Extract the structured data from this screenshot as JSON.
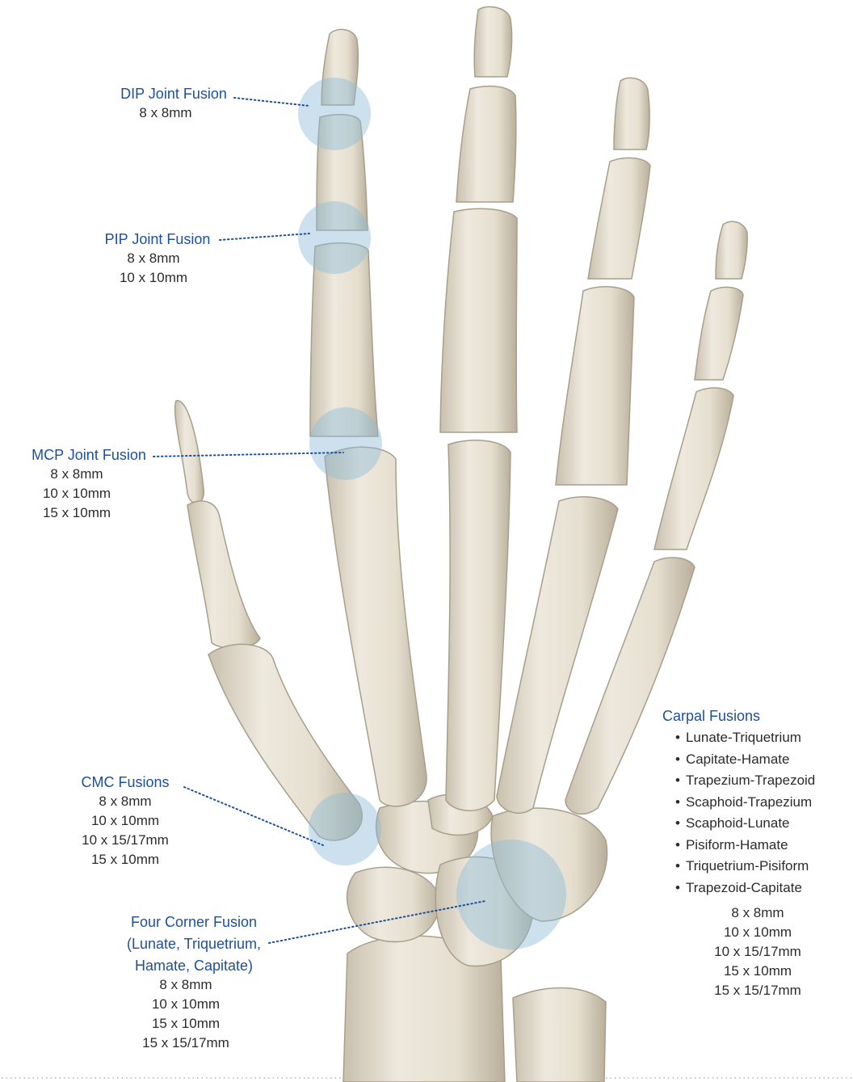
{
  "colors": {
    "label_blue": "#1e4f9c",
    "text": "#2b2b2b",
    "bone": "#e9e3d6",
    "bone_shade": "#c9c0ae",
    "joint_highlight": "#8fbcd8",
    "dots": "#1e4f9c"
  },
  "labels": {
    "dip": {
      "title": "DIP Joint Fusion",
      "sizes": [
        "8 x 8mm"
      ]
    },
    "pip": {
      "title": "PIP Joint Fusion",
      "sizes": [
        "8 x 8mm",
        "10 x 10mm"
      ]
    },
    "mcp": {
      "title": "MCP Joint Fusion",
      "sizes": [
        "8 x 8mm",
        "10 x 10mm",
        "15 x 10mm"
      ]
    },
    "cmc": {
      "title": "CMC Fusions",
      "sizes": [
        "8 x 8mm",
        "10 x 10mm",
        "10 x 15/17mm",
        "15 x 10mm"
      ]
    },
    "four_corner": {
      "title_lines": [
        "Four Corner Fusion",
        "(Lunate, Triquetrium,",
        "Hamate, Capitate)"
      ],
      "sizes": [
        "8 x 8mm",
        "10 x 10mm",
        "15 x 10mm",
        "15 x 15/17mm"
      ]
    },
    "carpal": {
      "title": "Carpal Fusions",
      "items": [
        "Lunate-Triquetrium",
        "Capitate-Hamate",
        "Trapezium-Trapezoid",
        "Scaphoid-Trapezium",
        "Scaphoid-Lunate",
        "Pisiform-Hamate",
        "Triquetrium-Pisiform",
        "Trapezoid-Capitate"
      ],
      "sizes": [
        "8 x 8mm",
        "10 x 10mm",
        "10 x 15/17mm",
        "15 x 10mm",
        "15 x 15/17mm"
      ]
    }
  }
}
